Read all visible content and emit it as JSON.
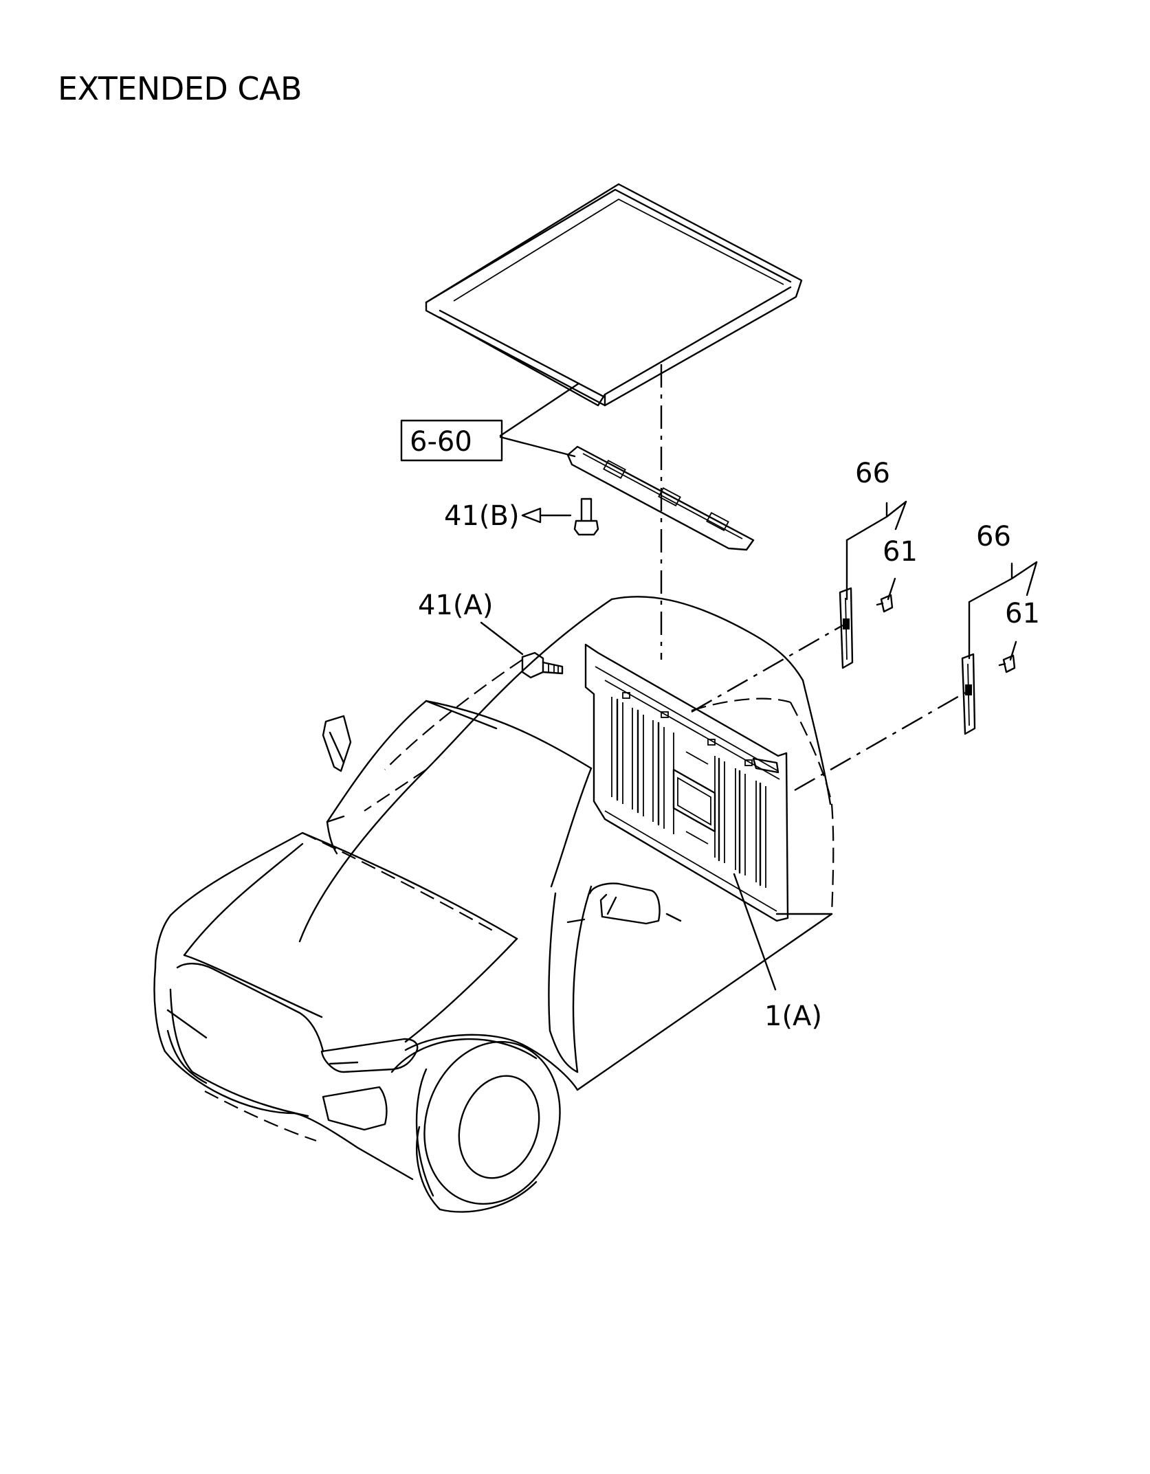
{
  "title": "EXTENDED CAB",
  "callouts": {
    "roof_ref": "6-60",
    "bolt_b": "41(B)",
    "bolt_a": "41(A)",
    "seal_upper": "66",
    "clip_upper": "61",
    "seal_lower": "66",
    "clip_lower": "61",
    "panel": "1(A)"
  }
}
